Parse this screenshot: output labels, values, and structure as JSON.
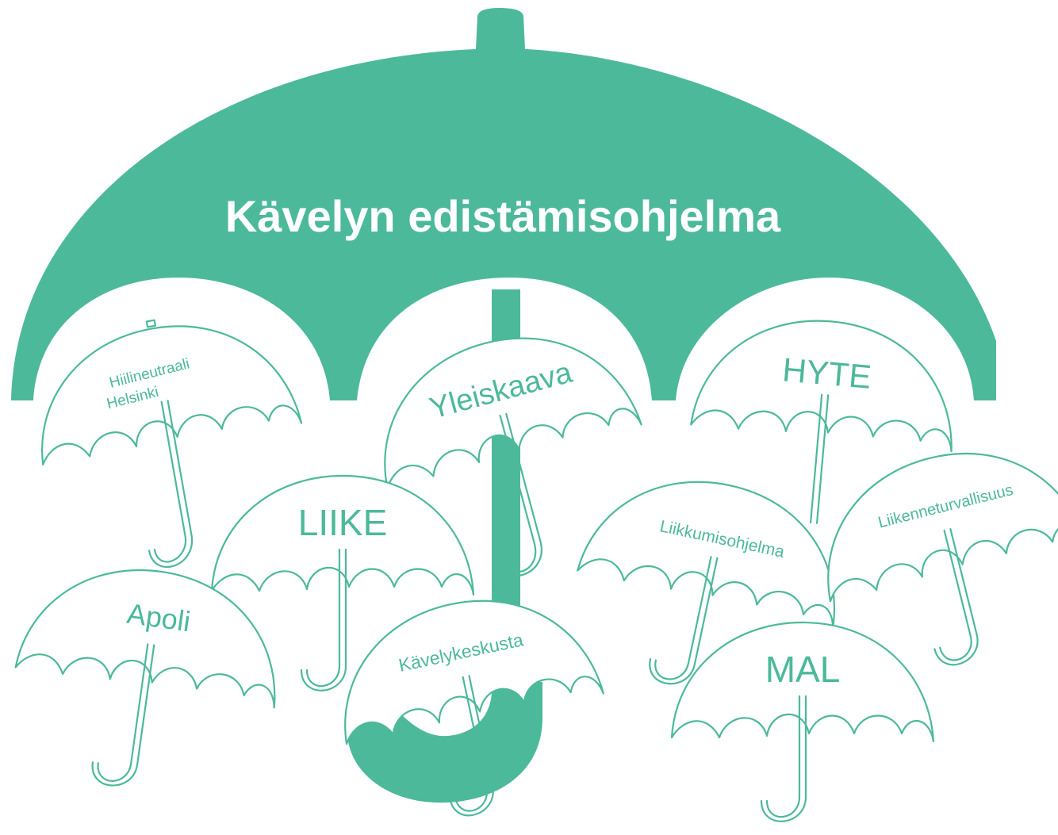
{
  "title": "Kävelyn edistämisohjelma",
  "color": "#4cb99a",
  "umbrellas": [
    {
      "label_lines": [
        "Hiilineutraali",
        "Helsinki"
      ]
    },
    {
      "label_lines": [
        "Yleiskaava"
      ]
    },
    {
      "label_lines": [
        "HYTE"
      ]
    },
    {
      "label_lines": [
        "LIIKE"
      ]
    },
    {
      "label_lines": [
        "Liikkumisohjelma"
      ]
    },
    {
      "label_lines": [
        "Liikenneturvallisuus"
      ]
    },
    {
      "label_lines": [
        "Apoli"
      ]
    },
    {
      "label_lines": [
        "Kävelykeskusta"
      ]
    },
    {
      "label_lines": [
        "MAL"
      ]
    }
  ]
}
